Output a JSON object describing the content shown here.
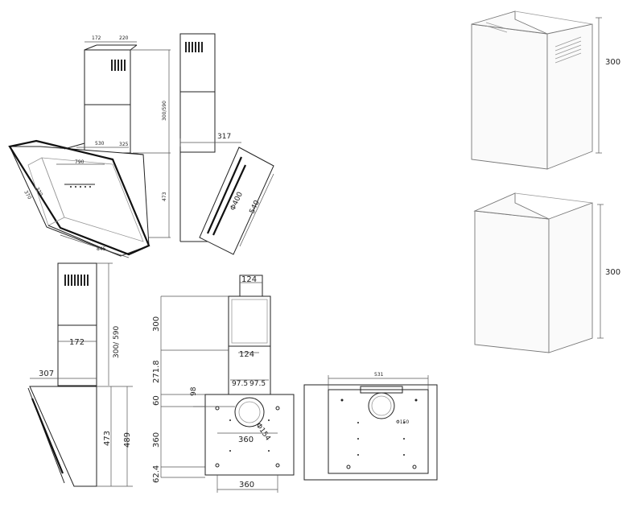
{
  "drawing": {
    "view_a": {
      "chimney_widths": [
        "172",
        "220"
      ],
      "chimney_height": "300/590",
      "depth_top": "530",
      "depth_side": "325",
      "panel_width": "790",
      "side_lengths": [
        "370",
        "370"
      ],
      "height": "473",
      "width": "845"
    },
    "view_b": {
      "depth": "317",
      "diameter": "Φ400",
      "diag": "540"
    },
    "view_c": {
      "chimney_width": "172",
      "chimney_height": "300/ 590",
      "depth": "307",
      "height_inner": "473",
      "height_outer": "489"
    },
    "view_d": {
      "top_width": "124",
      "mid_width": "124",
      "h_300": "300",
      "h_271": "271.8",
      "h_60": "60",
      "h_360": "360",
      "h_62": "62.4",
      "offset_98": "98",
      "half_left": "97.5",
      "half_right": "97.5",
      "inner_360": "360",
      "dia_154": "Φ154",
      "bottom_360": "360"
    },
    "view_e": {
      "width": "531",
      "dia_150": "Φ150"
    },
    "box_top": {
      "height": "300"
    },
    "box_bottom": {
      "height": "300"
    }
  }
}
